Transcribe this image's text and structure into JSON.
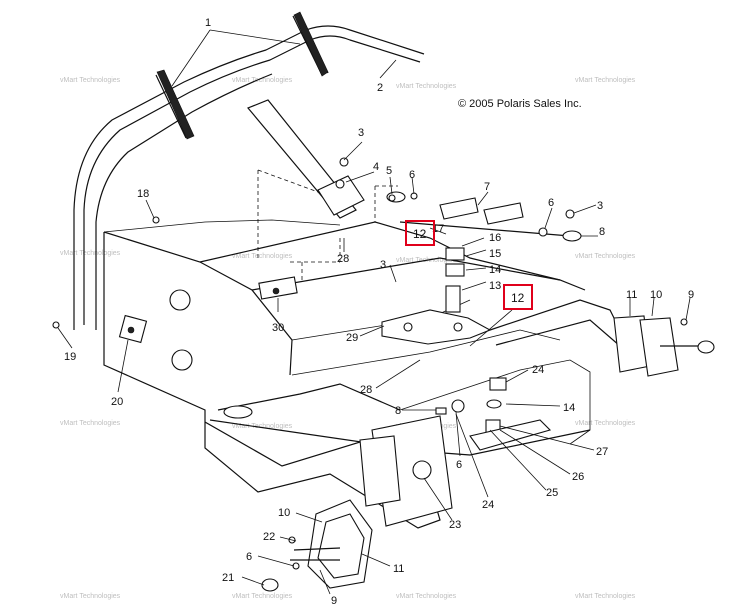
{
  "copyright": "© 2005 Polaris Sales Inc.",
  "watermark": "vMart Technologies",
  "callouts": [
    {
      "label": "1"
    },
    {
      "label": "2"
    },
    {
      "label": "3"
    },
    {
      "label": "4"
    },
    {
      "label": "5"
    },
    {
      "label": "6"
    },
    {
      "label": "7"
    },
    {
      "label": "6"
    },
    {
      "label": "3"
    },
    {
      "label": "8"
    },
    {
      "label": "17"
    },
    {
      "label": "16"
    },
    {
      "label": "15"
    },
    {
      "label": "14"
    },
    {
      "label": "13"
    },
    {
      "label": "18"
    },
    {
      "label": "28"
    },
    {
      "label": "3"
    },
    {
      "label": "30"
    },
    {
      "label": "11"
    },
    {
      "label": "10"
    },
    {
      "label": "9"
    },
    {
      "label": "29"
    },
    {
      "label": "19"
    },
    {
      "label": "20"
    },
    {
      "label": "28"
    },
    {
      "label": "24"
    },
    {
      "label": "8"
    },
    {
      "label": "14"
    },
    {
      "label": "27"
    },
    {
      "label": "6"
    },
    {
      "label": "26"
    },
    {
      "label": "24"
    },
    {
      "label": "25"
    },
    {
      "label": "23"
    },
    {
      "label": "10"
    },
    {
      "label": "22"
    },
    {
      "label": "6"
    },
    {
      "label": "11"
    },
    {
      "label": "21"
    },
    {
      "label": "9"
    }
  ],
  "highlighted": [
    {
      "label": "12"
    },
    {
      "label": "12"
    }
  ],
  "colors": {
    "highlight": "#e0001b",
    "ink": "#111111",
    "watermark": "#bfbfbf"
  }
}
